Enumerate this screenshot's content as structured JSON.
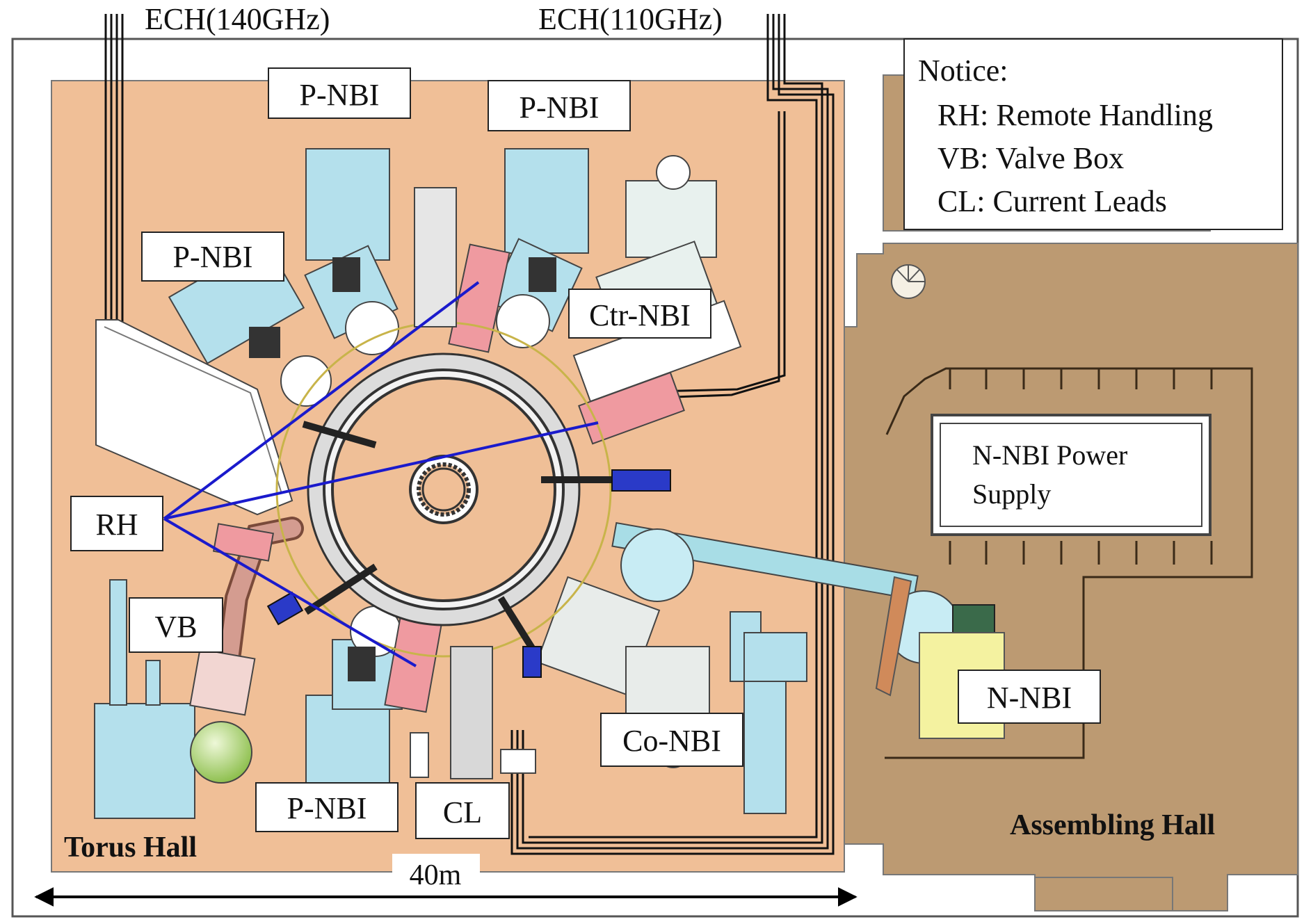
{
  "labels": {
    "ech_140": "ECH(140GHz)",
    "ech_110": "ECH(110GHz)",
    "pnbi_top_left": "P-NBI",
    "pnbi_top_right": "P-NBI",
    "pnbi_left": "P-NBI",
    "pnbi_bottom_left": "P-NBI",
    "ctr_nbi": "Ctr-NBI",
    "co_nbi": "Co-NBI",
    "n_nbi": "N-NBI",
    "rh": "RH",
    "vb": "VB",
    "cl": "CL",
    "torus_hall": "Torus Hall",
    "assembling_hall": "Assembling Hall",
    "scale": "40m",
    "power_supply_line1": "N-NBI Power",
    "power_supply_line2": "Supply"
  },
  "notice": {
    "title": "Notice:",
    "lines": [
      "RH: Remote Handling",
      "VB: Valve Box",
      "CL: Current Leads"
    ]
  },
  "colors": {
    "torus_hall_floor": "#f0bf97",
    "assembling_hall_floor": "#bc9a72",
    "rh_line": "#1a1acc",
    "component_blue": "#b4e0ec",
    "component_pink": "#ef9aa0",
    "valve_box_green": "#c2e08a",
    "current_lead_yellow": "#f4f2a0"
  }
}
